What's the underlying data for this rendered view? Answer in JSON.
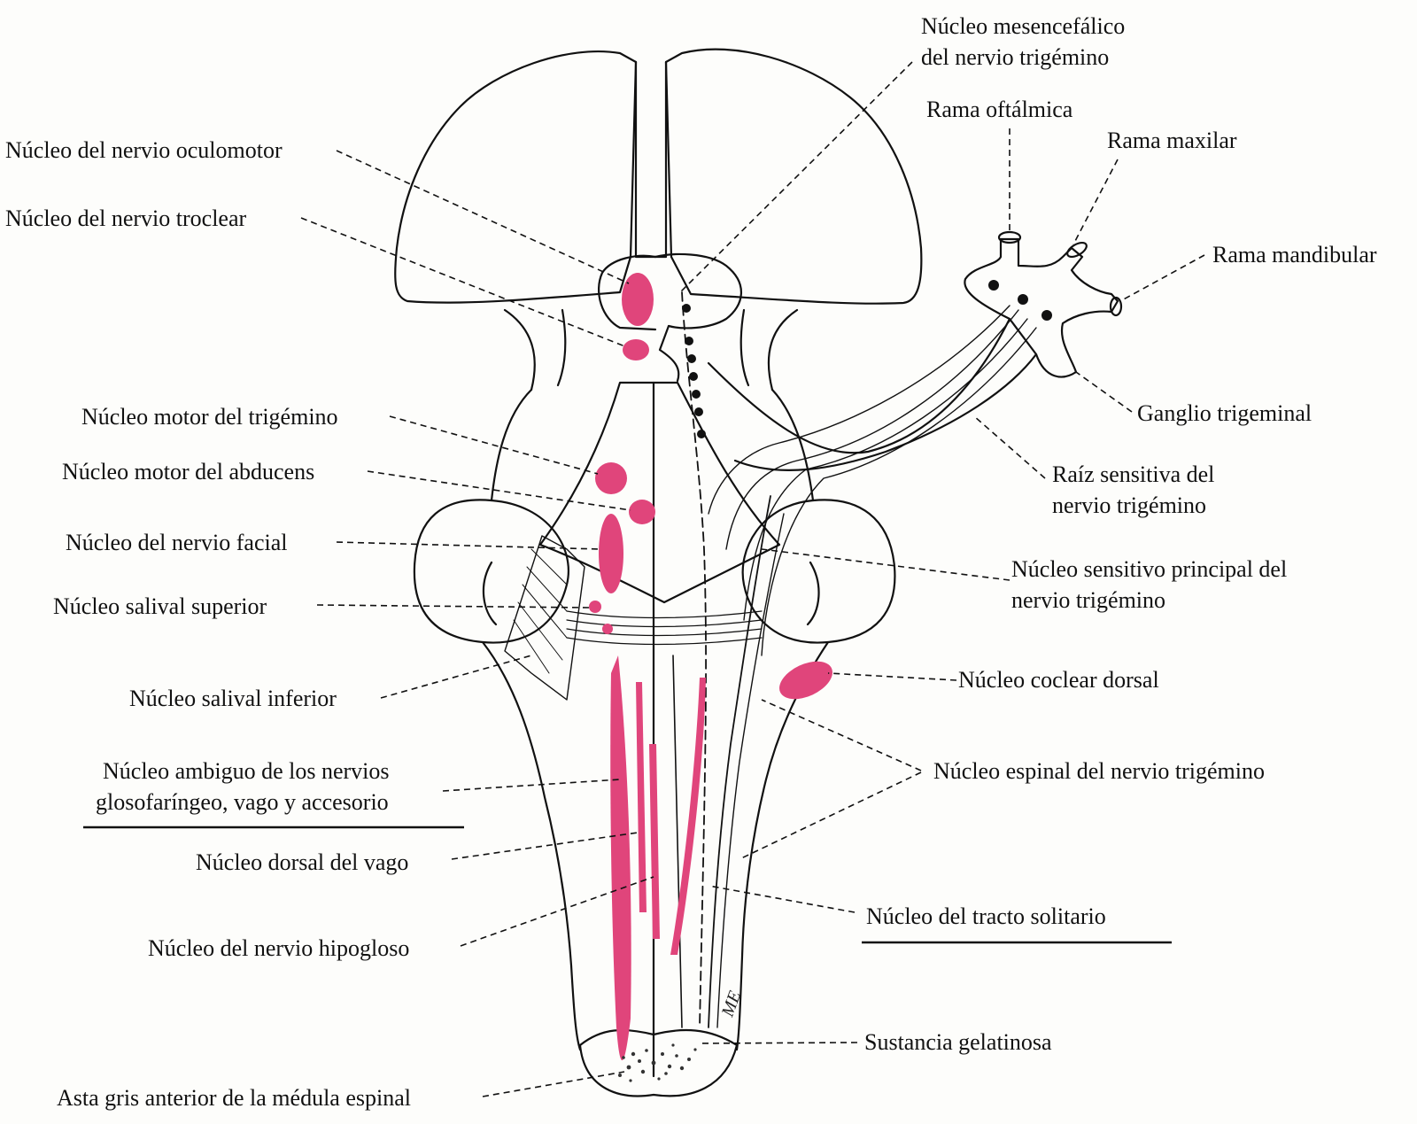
{
  "colors": {
    "nucleus": "#e0457b",
    "outline": "#111111",
    "background": "#fdfdfb"
  },
  "labels": {
    "oculomotor": "Núcleo del nervio oculomotor",
    "troclear": "Núcleo del nervio troclear",
    "motor_trigemino": "Núcleo motor del trigémino",
    "motor_abducens": "Núcleo motor del abducens",
    "facial": "Núcleo del nervio facial",
    "salival_superior": "Núcleo salival superior",
    "salival_inferior": "Núcleo salival inferior",
    "ambiguo_1": "Núcleo ambiguo de los nervios",
    "ambiguo_2": "glosofaríngeo, vago y accesorio",
    "dorsal_vago": "Núcleo dorsal del vago",
    "hipogloso": "Núcleo del nervio hipogloso",
    "asta_gris": "Asta gris anterior de la médula espinal",
    "mesencefalico_1": "Núcleo mesencefálico",
    "mesencefalico_2": "del nervio trigémino",
    "rama_oftalmica": "Rama oftálmica",
    "rama_maxilar": "Rama maxilar",
    "rama_mandibular": "Rama mandibular",
    "ganglio": "Ganglio trigeminal",
    "raiz_1": "Raíz sensitiva del",
    "raiz_2": "nervio trigémino",
    "sensitivo_1": "Núcleo sensitivo principal del",
    "sensitivo_2": "nervio trigémino",
    "coclear": "Núcleo coclear dorsal",
    "espinal": "Núcleo espinal del nervio trigémino",
    "solitario": "Núcleo del tracto solitario",
    "gelatinosa": "Sustancia gelatinosa"
  },
  "signature": "ME"
}
